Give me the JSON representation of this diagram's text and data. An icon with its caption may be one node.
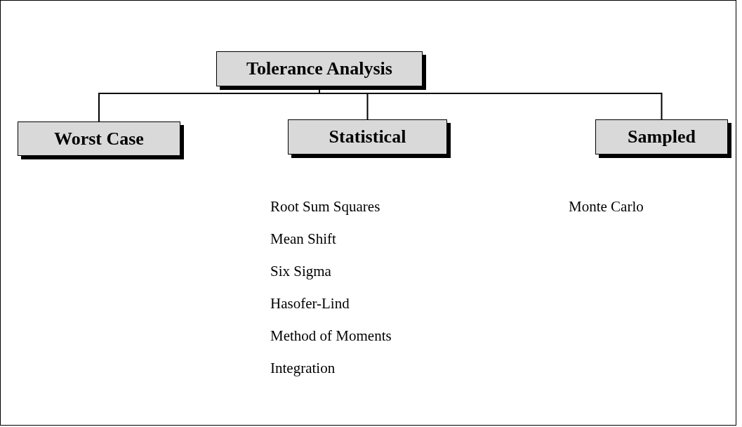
{
  "diagram": {
    "nodes": [
      {
        "text": [
          "Tolerance Analysis"
        ]
      },
      {
        "text": [
          "Worst Case"
        ]
      },
      {
        "text": [
          "Statistical"
        ]
      },
      {
        "text": [
          "Sampled"
        ]
      }
    ],
    "edges": [
      {
        "from": 0,
        "to": 1,
        "arrow": "none"
      },
      {
        "from": 0,
        "to": 2,
        "arrow": "none"
      },
      {
        "from": 0,
        "to": 3,
        "arrow": "none"
      }
    ],
    "labels": [
      "Root Sum Squares",
      "Mean Shift",
      "Six Sigma",
      "Hasofer-Lind",
      "Method of Moments",
      "Integration",
      "Monte Carlo"
    ]
  }
}
